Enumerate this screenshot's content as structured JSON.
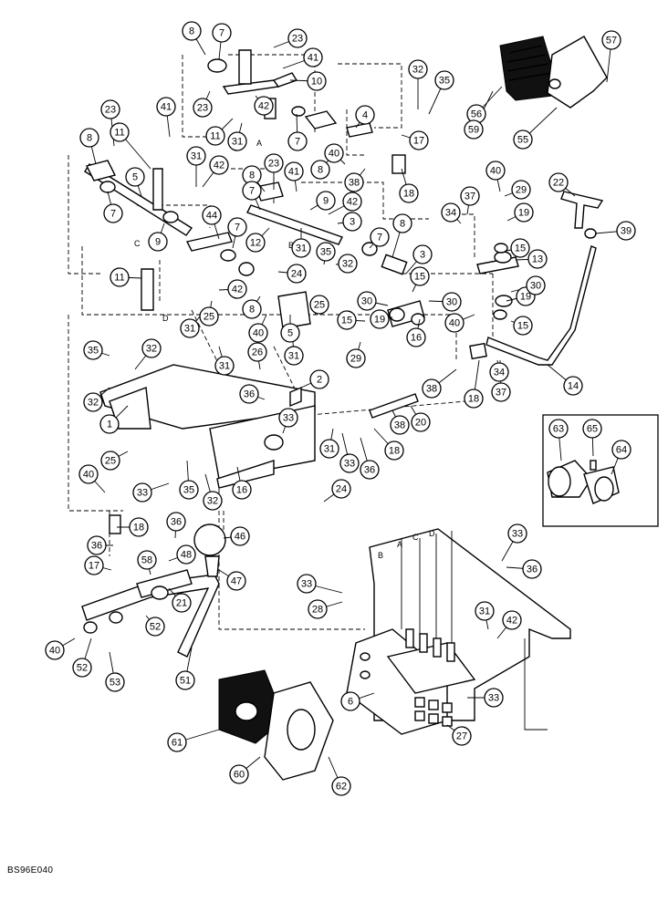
{
  "figure_id": "BS96E040",
  "section_letters": [
    "A",
    "B",
    "C",
    "D"
  ],
  "callouts": [
    {
      "n": "8"
    },
    {
      "n": "7"
    },
    {
      "n": "23"
    },
    {
      "n": "41"
    },
    {
      "n": "10"
    },
    {
      "n": "23"
    },
    {
      "n": "42"
    },
    {
      "n": "11"
    },
    {
      "n": "31"
    },
    {
      "n": "7"
    },
    {
      "n": "4"
    },
    {
      "n": "17"
    },
    {
      "n": "40"
    },
    {
      "n": "8"
    },
    {
      "n": "38"
    },
    {
      "n": "18"
    },
    {
      "n": "32"
    },
    {
      "n": "35"
    },
    {
      "n": "56"
    },
    {
      "n": "59"
    },
    {
      "n": "55"
    },
    {
      "n": "57"
    },
    {
      "n": "23"
    },
    {
      "n": "41"
    },
    {
      "n": "11"
    },
    {
      "n": "8"
    },
    {
      "n": "5"
    },
    {
      "n": "7"
    },
    {
      "n": "9"
    },
    {
      "n": "31"
    },
    {
      "n": "42"
    },
    {
      "n": "8"
    },
    {
      "n": "23"
    },
    {
      "n": "41"
    },
    {
      "n": "9"
    },
    {
      "n": "42"
    },
    {
      "n": "7"
    },
    {
      "n": "3"
    },
    {
      "n": "44"
    },
    {
      "n": "7"
    },
    {
      "n": "12"
    },
    {
      "n": "31"
    },
    {
      "n": "35"
    },
    {
      "n": "32"
    },
    {
      "n": "7"
    },
    {
      "n": "8"
    },
    {
      "n": "40"
    },
    {
      "n": "29"
    },
    {
      "n": "37"
    },
    {
      "n": "34"
    },
    {
      "n": "19"
    },
    {
      "n": "15"
    },
    {
      "n": "13"
    },
    {
      "n": "22"
    },
    {
      "n": "39"
    },
    {
      "n": "11"
    },
    {
      "n": "24"
    },
    {
      "n": "3"
    },
    {
      "n": "15"
    },
    {
      "n": "30"
    },
    {
      "n": "30"
    },
    {
      "n": "19"
    },
    {
      "n": "42"
    },
    {
      "n": "8"
    },
    {
      "n": "25"
    },
    {
      "n": "31"
    },
    {
      "n": "25"
    },
    {
      "n": "40"
    },
    {
      "n": "5"
    },
    {
      "n": "30"
    },
    {
      "n": "40"
    },
    {
      "n": "15"
    },
    {
      "n": "15"
    },
    {
      "n": "19"
    },
    {
      "n": "29"
    },
    {
      "n": "16"
    },
    {
      "n": "35"
    },
    {
      "n": "32"
    },
    {
      "n": "31"
    },
    {
      "n": "26"
    },
    {
      "n": "31"
    },
    {
      "n": "2"
    },
    {
      "n": "38"
    },
    {
      "n": "18"
    },
    {
      "n": "37"
    },
    {
      "n": "34"
    },
    {
      "n": "14"
    },
    {
      "n": "32"
    },
    {
      "n": "1"
    },
    {
      "n": "36"
    },
    {
      "n": "33"
    },
    {
      "n": "18"
    },
    {
      "n": "38"
    },
    {
      "n": "20"
    },
    {
      "n": "31"
    },
    {
      "n": "33"
    },
    {
      "n": "36"
    },
    {
      "n": "25"
    },
    {
      "n": "63"
    },
    {
      "n": "65"
    },
    {
      "n": "64"
    },
    {
      "n": "33"
    },
    {
      "n": "35"
    },
    {
      "n": "32"
    },
    {
      "n": "16"
    },
    {
      "n": "24"
    },
    {
      "n": "40"
    },
    {
      "n": "18"
    },
    {
      "n": "36"
    },
    {
      "n": "46"
    },
    {
      "n": "36"
    },
    {
      "n": "48"
    },
    {
      "n": "17"
    },
    {
      "n": "58"
    },
    {
      "n": "47"
    },
    {
      "n": "21"
    },
    {
      "n": "33"
    },
    {
      "n": "36"
    },
    {
      "n": "33"
    },
    {
      "n": "28"
    },
    {
      "n": "52"
    },
    {
      "n": "31"
    },
    {
      "n": "42"
    },
    {
      "n": "40"
    },
    {
      "n": "52"
    },
    {
      "n": "53"
    },
    {
      "n": "51"
    },
    {
      "n": "6"
    },
    {
      "n": "33"
    },
    {
      "n": "27"
    },
    {
      "n": "61"
    },
    {
      "n": "62"
    },
    {
      "n": "60"
    }
  ]
}
